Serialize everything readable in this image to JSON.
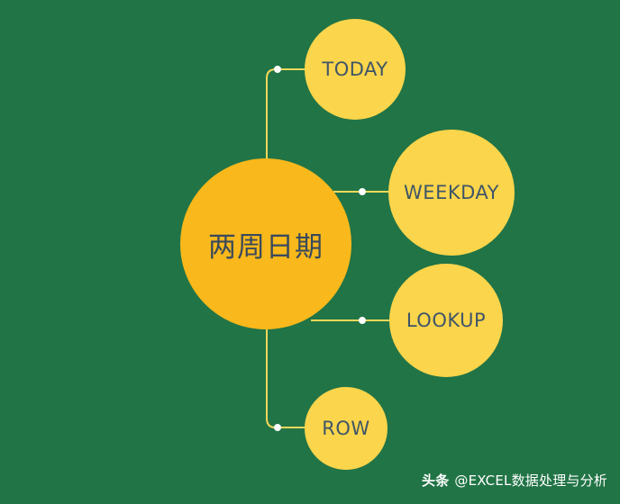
{
  "diagram": {
    "center": {
      "label": "两周日期"
    },
    "children": [
      {
        "label": "TODAY"
      },
      {
        "label": "WEEKDAY"
      },
      {
        "label": "LOOKUP"
      },
      {
        "label": "ROW"
      }
    ]
  },
  "watermark": {
    "brand": "头条",
    "handle": "@EXCEL数据处理与分析"
  },
  "colors": {
    "background": "#217446",
    "center_fill": "#F9B81B",
    "child_fill": "#FBD54B",
    "connector": "#F3D75A",
    "label_text": "#3F5568"
  }
}
